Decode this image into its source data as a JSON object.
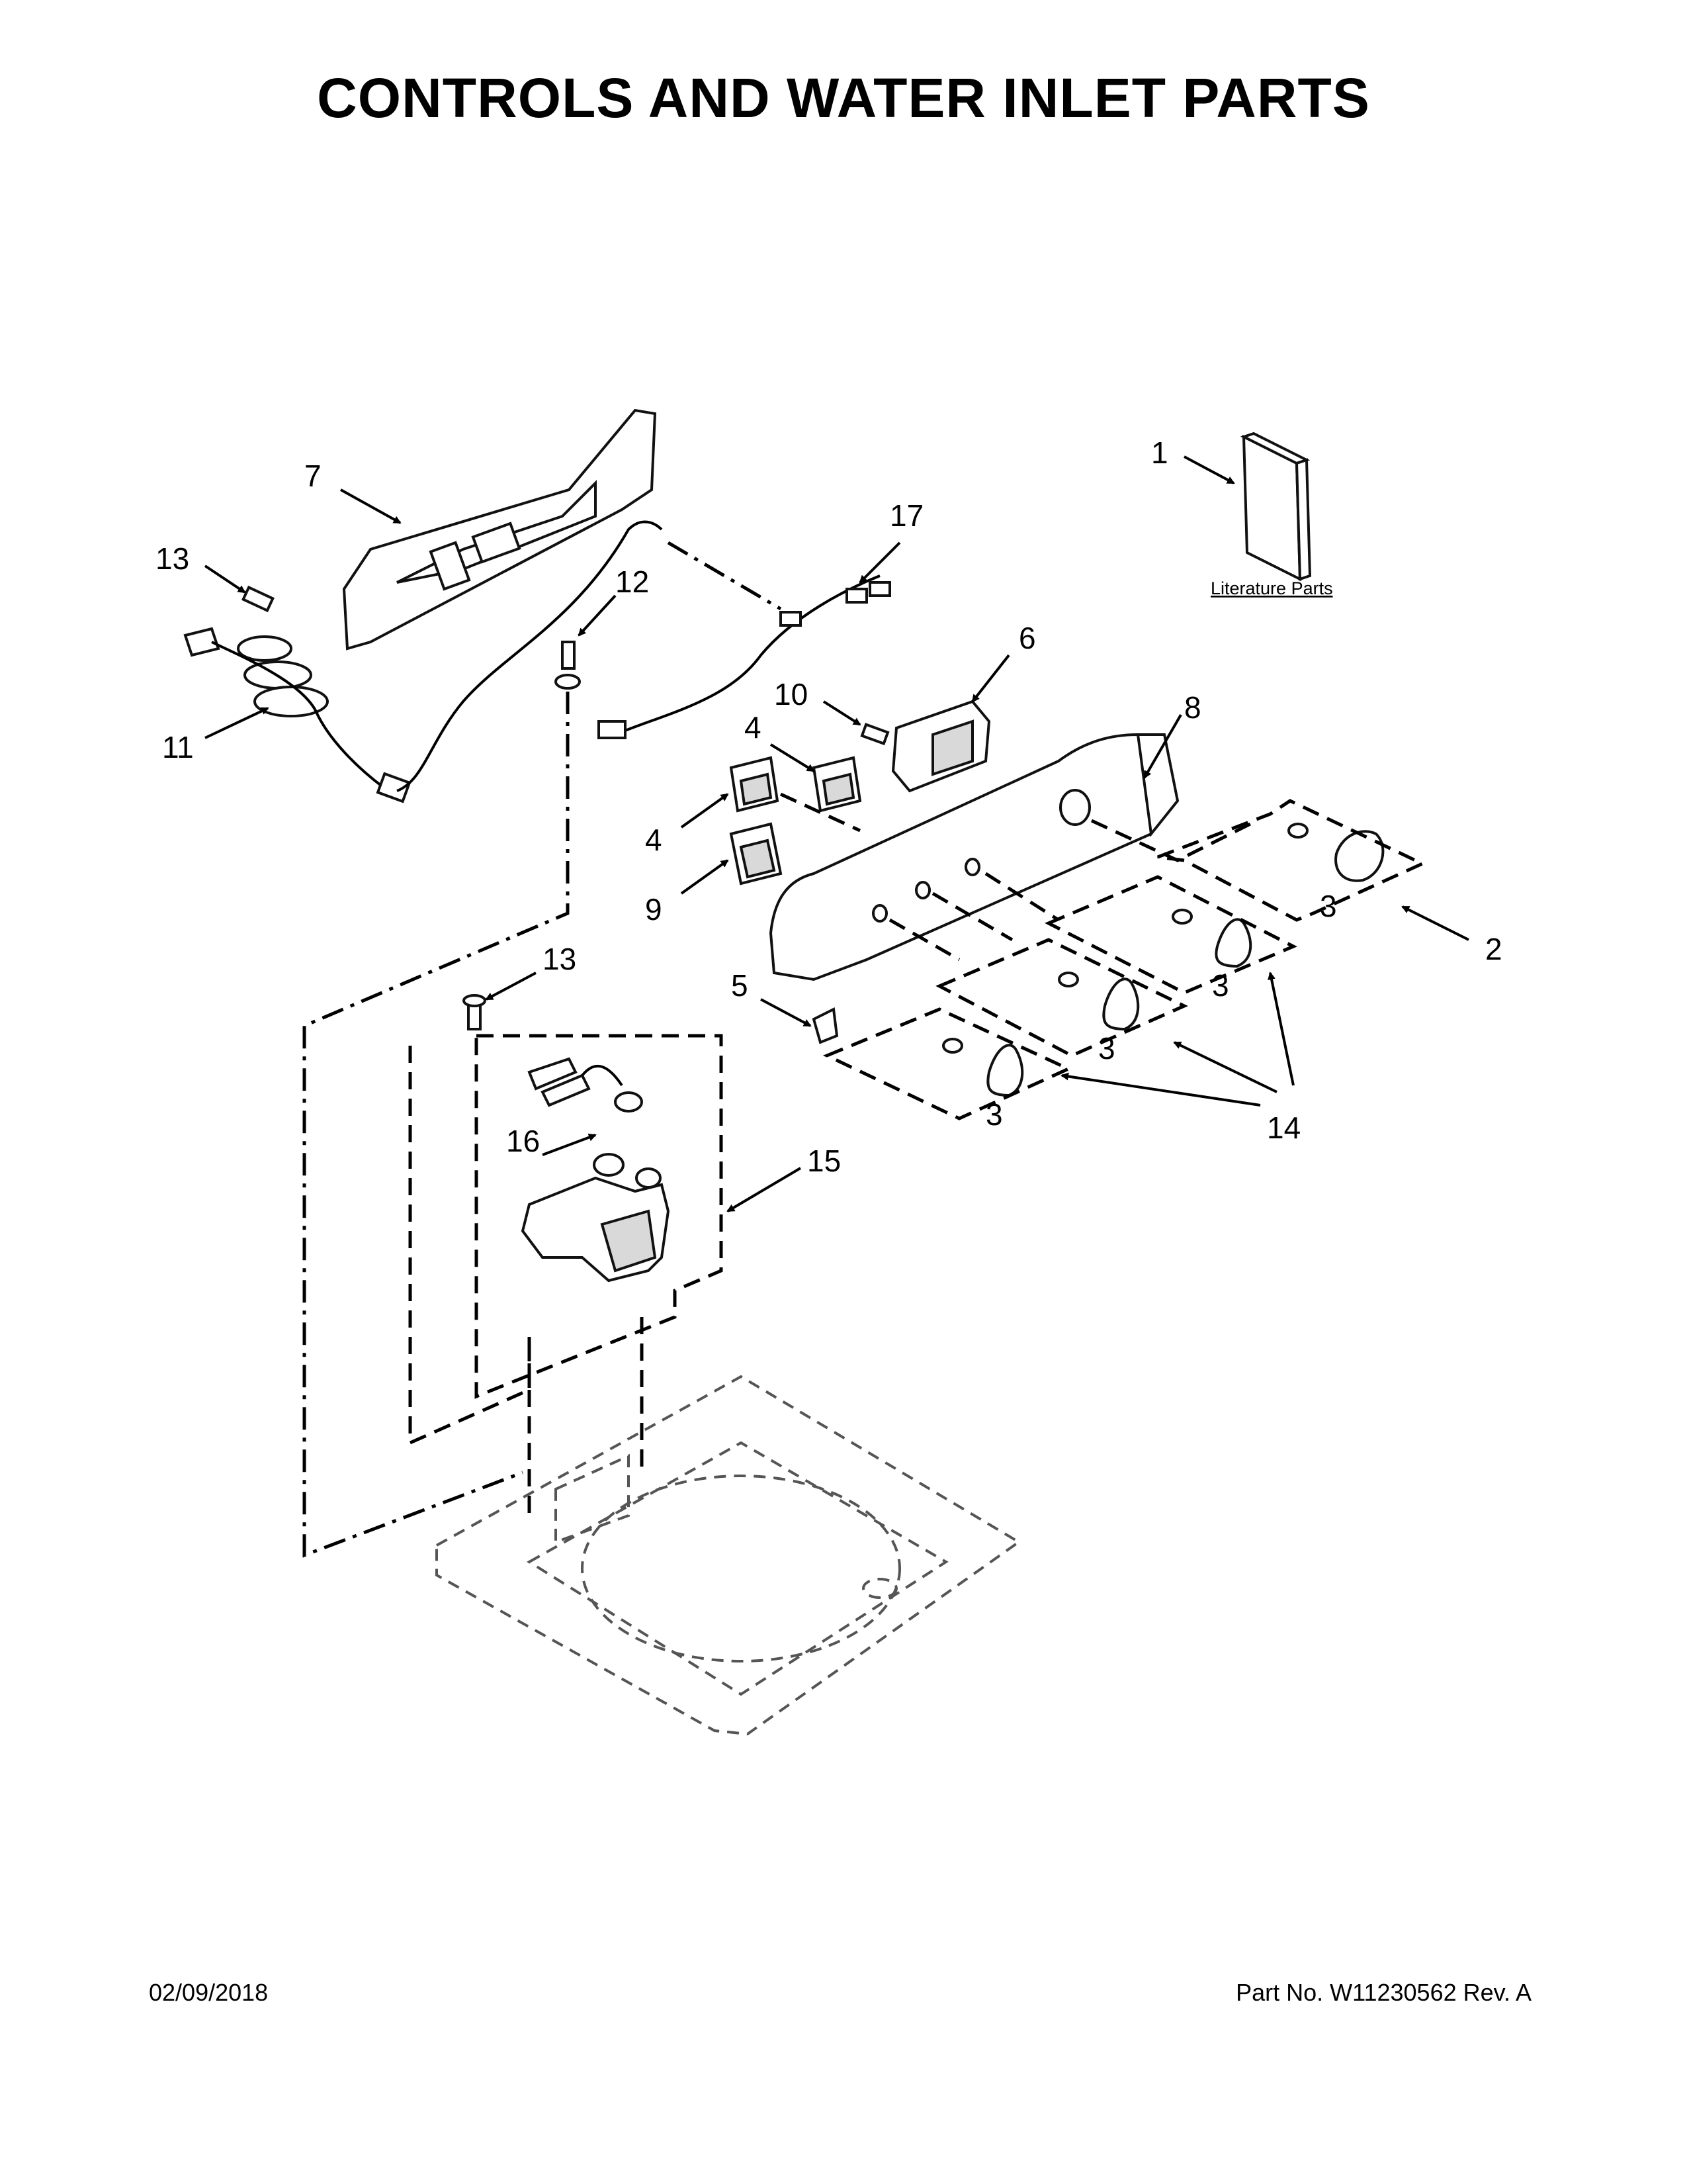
{
  "title": "CONTROLS AND WATER INLET PARTS",
  "literature_label": "Literature Parts",
  "callouts": {
    "c1": "1",
    "c2": "2",
    "c3a": "3",
    "c3b": "3",
    "c3c": "3",
    "c3d": "3",
    "c4a": "4",
    "c4b": "4",
    "c5": "5",
    "c6": "6",
    "c7": "7",
    "c8": "8",
    "c9": "9",
    "c10": "10",
    "c11": "11",
    "c12": "12",
    "c13a": "13",
    "c13b": "13",
    "c14": "14",
    "c15": "15",
    "c16": "16",
    "c17": "17"
  },
  "footer": {
    "date": "02/09/2018",
    "part_number": "Part No.  W11230562  Rev.  A"
  }
}
